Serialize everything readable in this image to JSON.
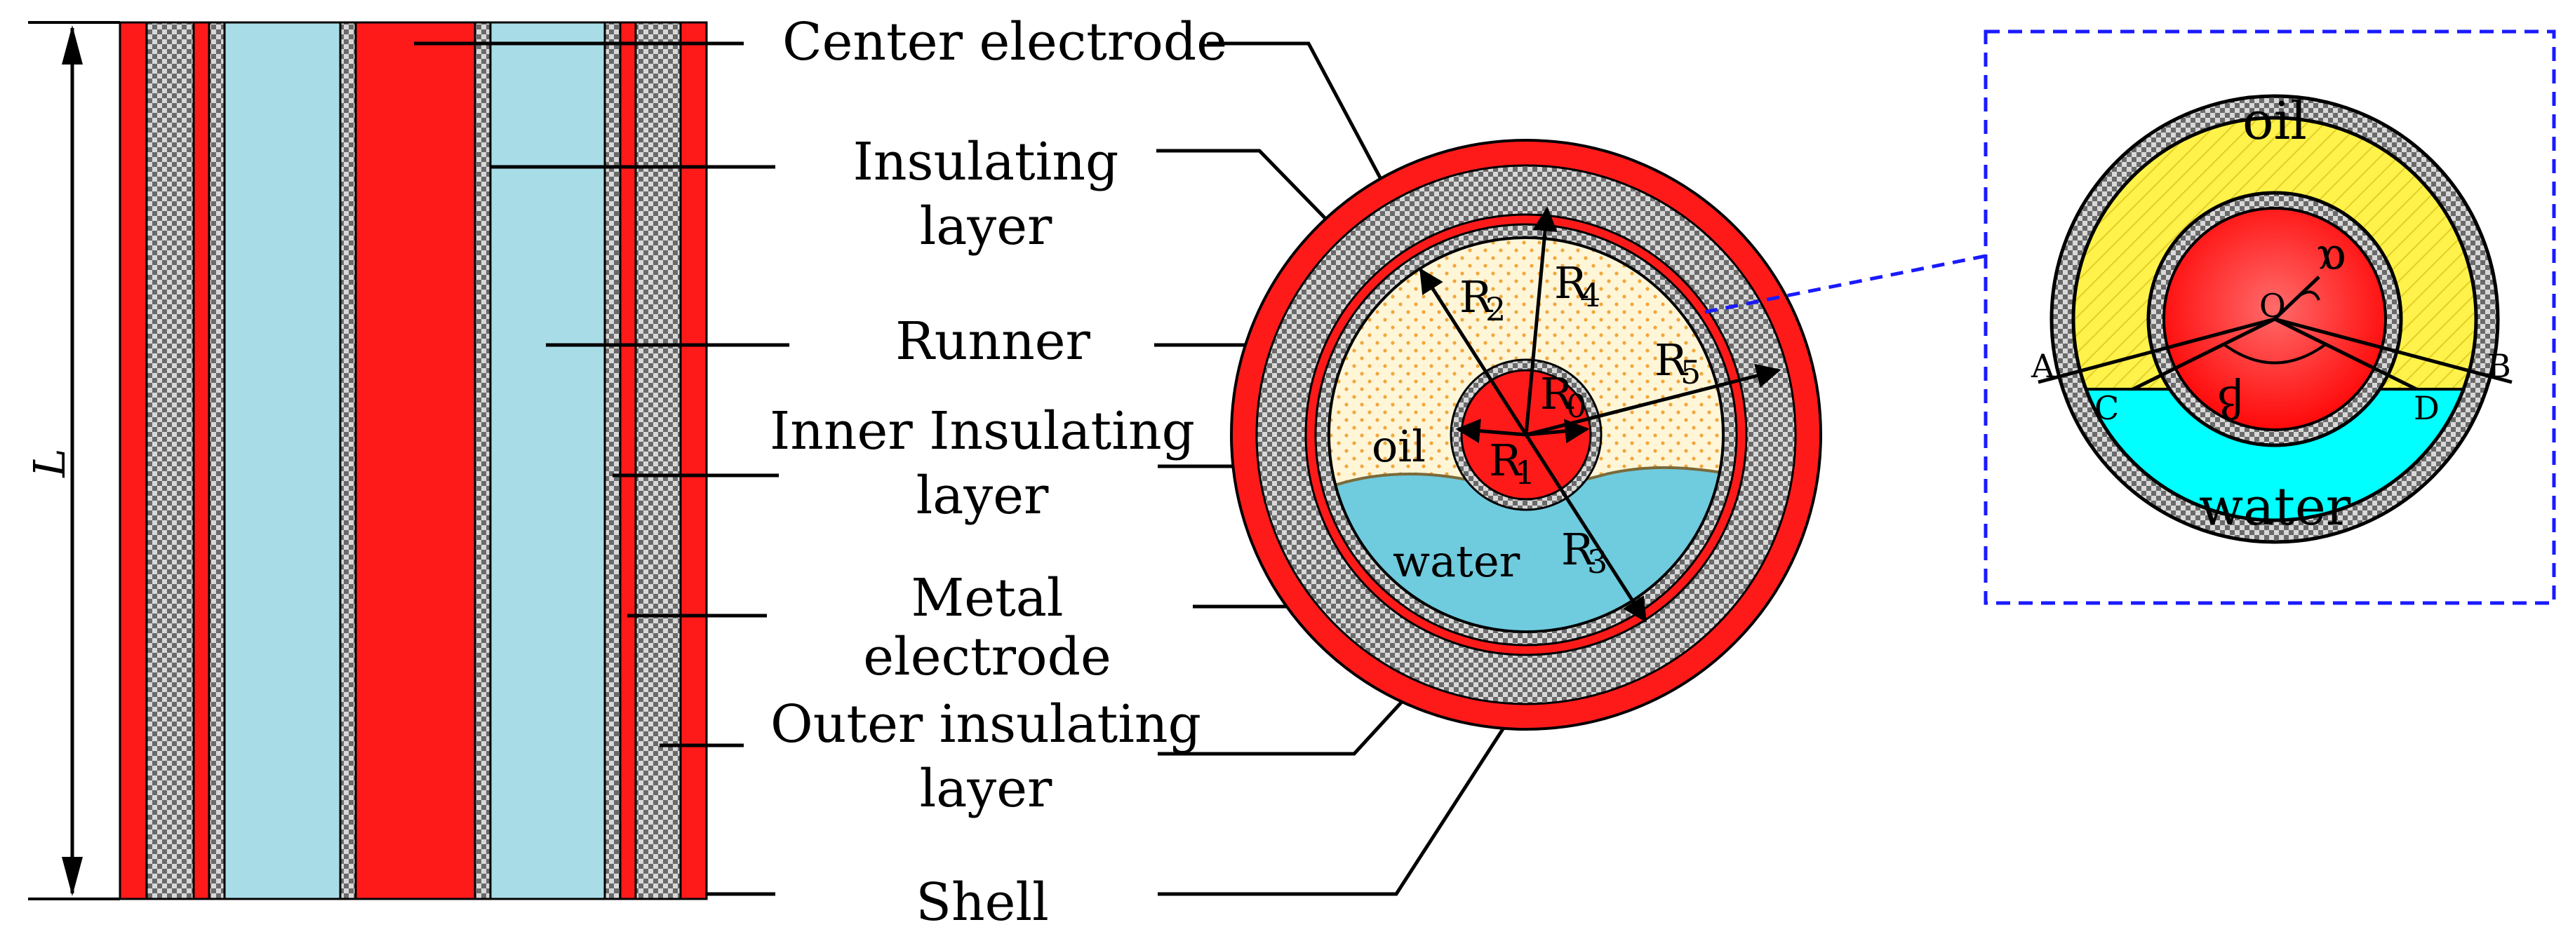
{
  "length_label": "L",
  "labels": {
    "center_electrode": "Center electrode",
    "insulating_layer_1": "Insulating",
    "insulating_layer_2": "layer",
    "runner": "Runner",
    "inner_insulating_1": "Inner Insulating",
    "inner_insulating_2": "layer",
    "metal_electrode_1": "Metal",
    "metal_electrode_2": "electrode",
    "outer_insulating_1": "Outer insulating",
    "outer_insulating_2": "layer",
    "shell": "Shell"
  },
  "cross_section": {
    "oil": "oil",
    "water": "water",
    "r0": "R0",
    "r1": "R1",
    "r2": "R2",
    "r3": "R3",
    "r4": "R4",
    "r5": "R5"
  },
  "detail": {
    "oil": "oil",
    "water": "water",
    "point_a": "A",
    "point_b": "B",
    "point_c": "C",
    "point_d": "D",
    "point_o": "O",
    "angle_1": "α",
    "angle_2": "β"
  },
  "colors": {
    "electrode_red": "#ff1a1a",
    "runner_blue": "#a8dde8",
    "oil_yellow": "#fff24a",
    "water_cyan": "#00ffff",
    "water_blue": "#6fcbde",
    "frame_blue": "#1a1aff"
  }
}
